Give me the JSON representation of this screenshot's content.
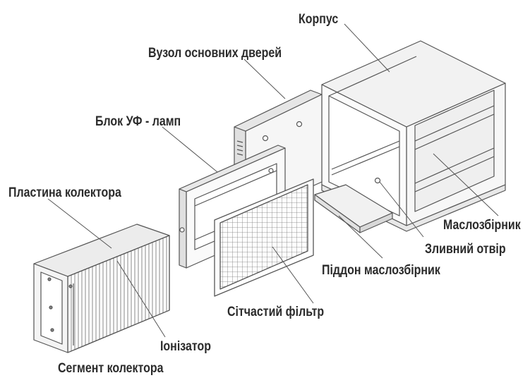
{
  "labels": {
    "housing": "Корпус",
    "main_door": "Вузол основних дверей",
    "uv_lamp": "Блок УФ - ламп",
    "collector_plate": "Пластина колектора",
    "oil_collector": "Маслозбірник",
    "drain_hole": "Зливний отвір",
    "oil_tray": "Піддон маслозбірник",
    "mesh_filter": "Сітчастий фільтр",
    "ionizer": "Іонізатор",
    "collector_segment": "Сегмент колектора"
  }
}
